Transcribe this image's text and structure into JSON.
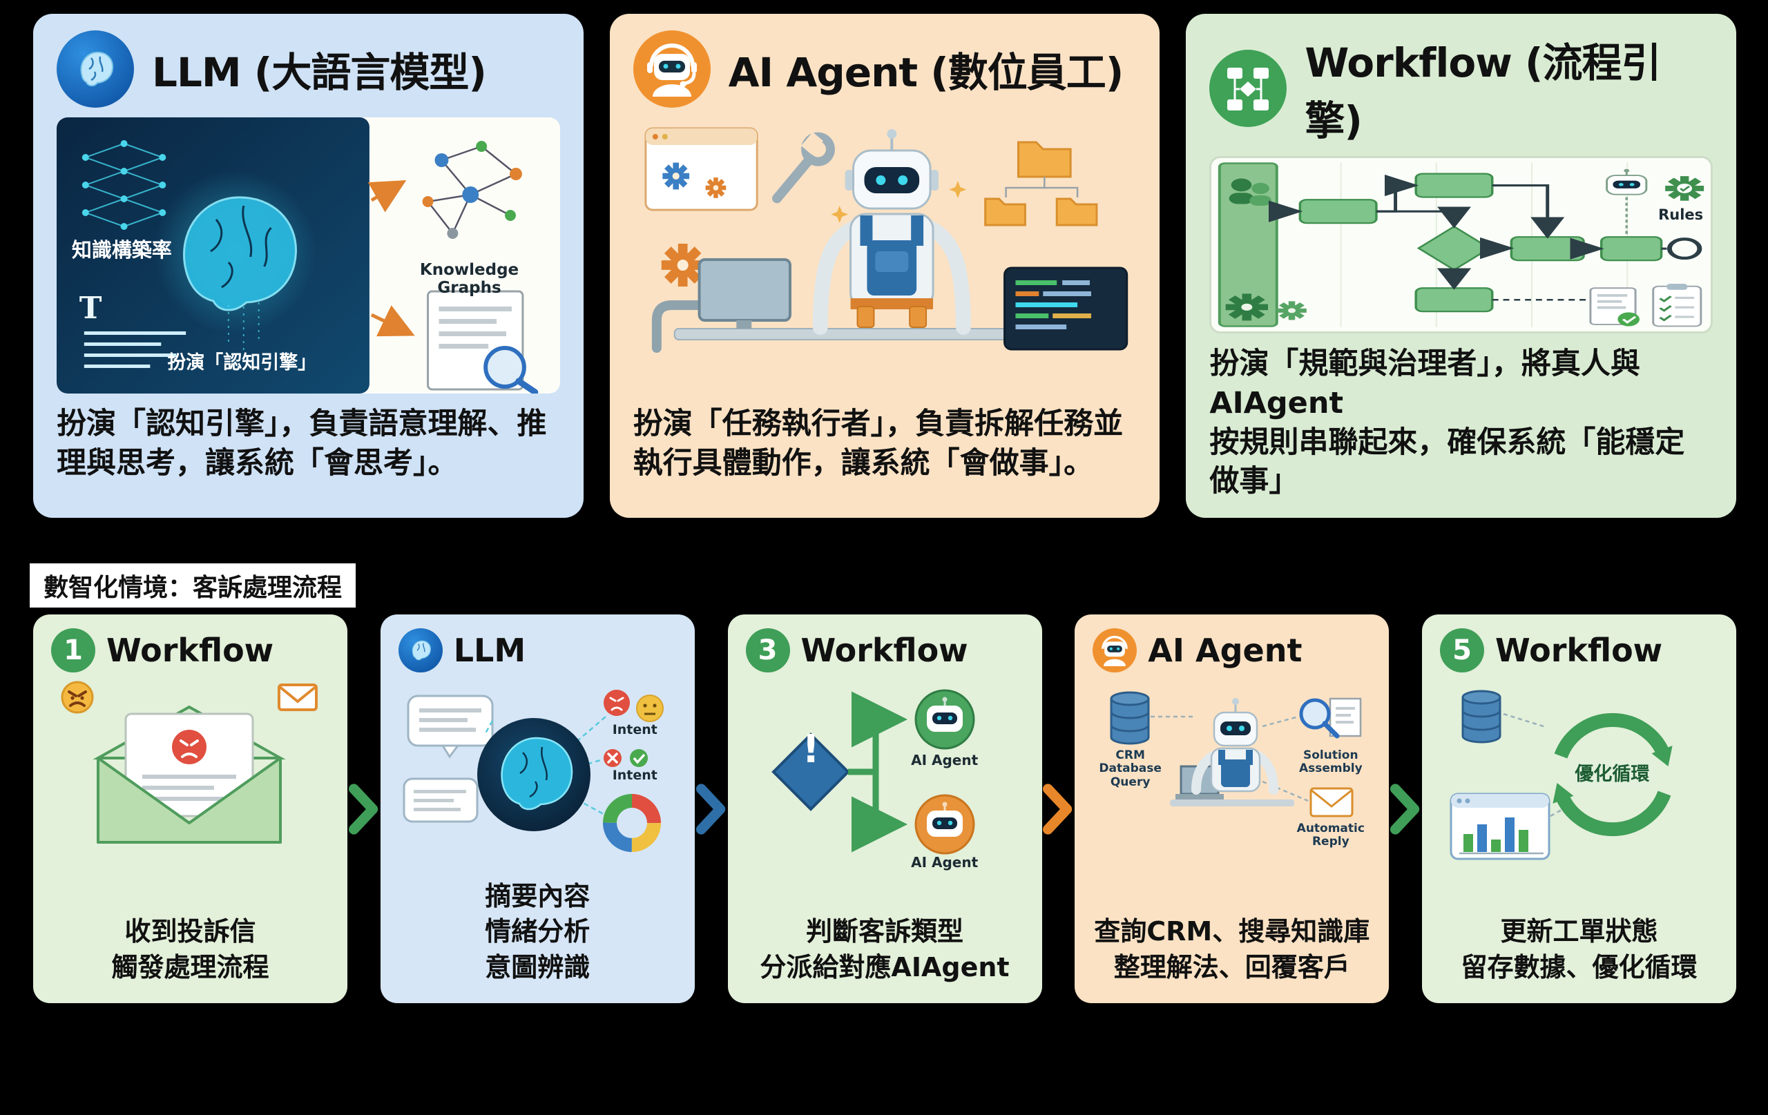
{
  "scenario_label": "數智化情境：客訴處理流程",
  "top_cards": [
    {
      "title": "LLM (大語言模型)",
      "description": "扮演「認知引擎」，負責語意理解、推\n理與思考，讓系統「會思考」。",
      "labels": {
        "knowledge_rate": "知識構築率",
        "t_letter": "T",
        "cognitive_engine": "扮演「認知引擎」",
        "knowledge_graphs": "Knowledge Graphs"
      }
    },
    {
      "title": "AI Agent (數位員工)",
      "description": "扮演「任務執行者」，負責拆解任務並\n執行具體動作，讓系統「會做事」。"
    },
    {
      "title": "Workflow (流程引擎)",
      "description": "扮演「規範與治理者」，將真人與AIAgent\n按規則串聯起來，確保系統「能穩定做事」",
      "labels": {
        "rules": "Rules"
      }
    }
  ],
  "steps": [
    {
      "number": "1",
      "title": "Workflow",
      "description": "收到投訴信\n觸發處理流程"
    },
    {
      "title": "LLM",
      "description": "摘要內容\n情緒分析\n意圖辨識",
      "labels": {
        "intent_top": "Intent",
        "intent_bottom": "Intent"
      }
    },
    {
      "number": "3",
      "title": "Workflow",
      "description": "判斷客訴類型\n分派給對應AIAgent",
      "labels": {
        "exclamation": "!",
        "agent_top": "AI Agent",
        "agent_bottom": "AI Agent"
      }
    },
    {
      "title": "AI Agent",
      "description": "查詢CRM、搜尋知識庫\n整理解法、回覆客戶",
      "labels": {
        "crm": "CRM\nDatabase\nQuery",
        "solution": "Solution\nAssembly",
        "reply": "Automatic\nReply"
      }
    },
    {
      "number": "5",
      "title": "Workflow",
      "description": "更新工單狀態\n留存數據、優化循環",
      "labels": {
        "loop": "優化循環"
      }
    }
  ],
  "icons": {
    "llm_card": "brain-icon",
    "agent_card": "robot-icon",
    "workflow_card": "flowchart-icon",
    "step_1": "number-1-badge",
    "step_2": "brain-icon",
    "step_3": "number-3-badge",
    "step_4": "robot-icon",
    "step_5": "number-5-badge"
  },
  "colors": {
    "background": "#000000",
    "llm_bg": "#cfe2f6",
    "agent_bg": "#fbe2c4",
    "workflow_bg": "#d9ecd3",
    "step_green_bg": "#e3f0da",
    "step_blue_bg": "#d6e6f6",
    "step_peach_bg": "#fbe2c4",
    "arrow_green": "#3f9e57",
    "arrow_blue": "#2e6fa8",
    "arrow_orange": "#e8872a"
  }
}
